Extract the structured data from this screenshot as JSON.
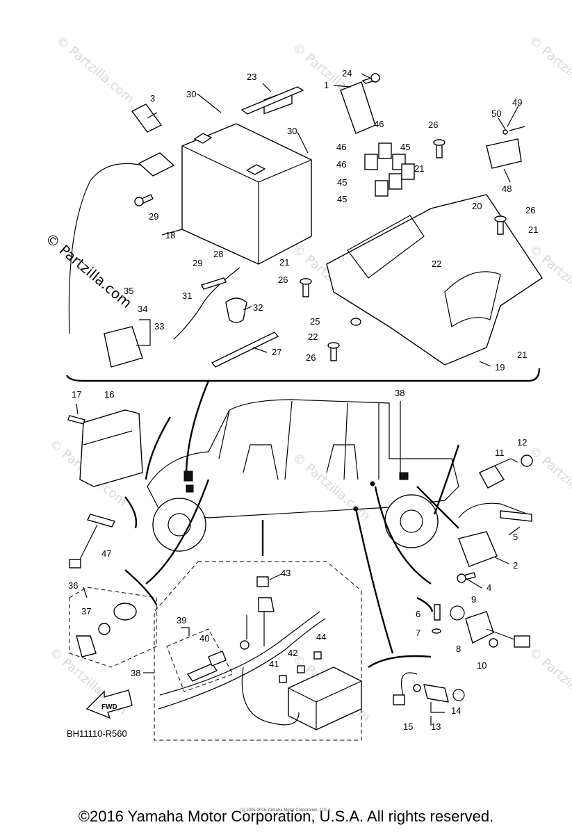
{
  "watermark": "© Partzilla.com",
  "footer": {
    "copyright": "©2016 Yamaha Motor Corporation, U.S.A. All rights reserved.",
    "small_print": "(c) 2005-2016 Yamaha Motor Corporation, U.S.A."
  },
  "diagram_code": "BH11110-R560",
  "fwd_label": "FWD",
  "callouts": [
    "1",
    "2",
    "3",
    "4",
    "5",
    "6",
    "7",
    "8",
    "9",
    "10",
    "11",
    "12",
    "13",
    "14",
    "15",
    "16",
    "17",
    "18",
    "19",
    "20",
    "21",
    "22",
    "23",
    "24",
    "25",
    "26",
    "27",
    "28",
    "29",
    "30",
    "31",
    "32",
    "33",
    "34",
    "35",
    "36",
    "37",
    "38",
    "39",
    "40",
    "41",
    "42",
    "43",
    "44",
    "45",
    "46",
    "47",
    "48",
    "49",
    "50"
  ],
  "labels": {
    "n1": "1",
    "n2": "2",
    "n3": "3",
    "n4": "4",
    "n5": "5",
    "n6": "6",
    "n7": "7",
    "n8": "8",
    "n9": "9",
    "n10": "10",
    "n11": "11",
    "n12": "12",
    "n13": "13",
    "n14": "14",
    "n15": "15",
    "n16": "16",
    "n17": "17",
    "n18": "18",
    "n19": "19",
    "n20": "20",
    "n21": "21",
    "n22": "22",
    "n23": "23",
    "n24": "24",
    "n25": "25",
    "n26": "26",
    "n27": "27",
    "n28": "28",
    "n29": "29",
    "n30": "30",
    "n31": "31",
    "n32": "32",
    "n33": "33",
    "n34": "34",
    "n35": "35",
    "n36": "36",
    "n37": "37",
    "n38": "38",
    "n39": "39",
    "n40": "40",
    "n41": "41",
    "n42": "42",
    "n43": "43",
    "n44": "44",
    "n45": "45",
    "n46": "46",
    "n47": "47",
    "n48": "48",
    "n49": "49",
    "n50": "50"
  }
}
